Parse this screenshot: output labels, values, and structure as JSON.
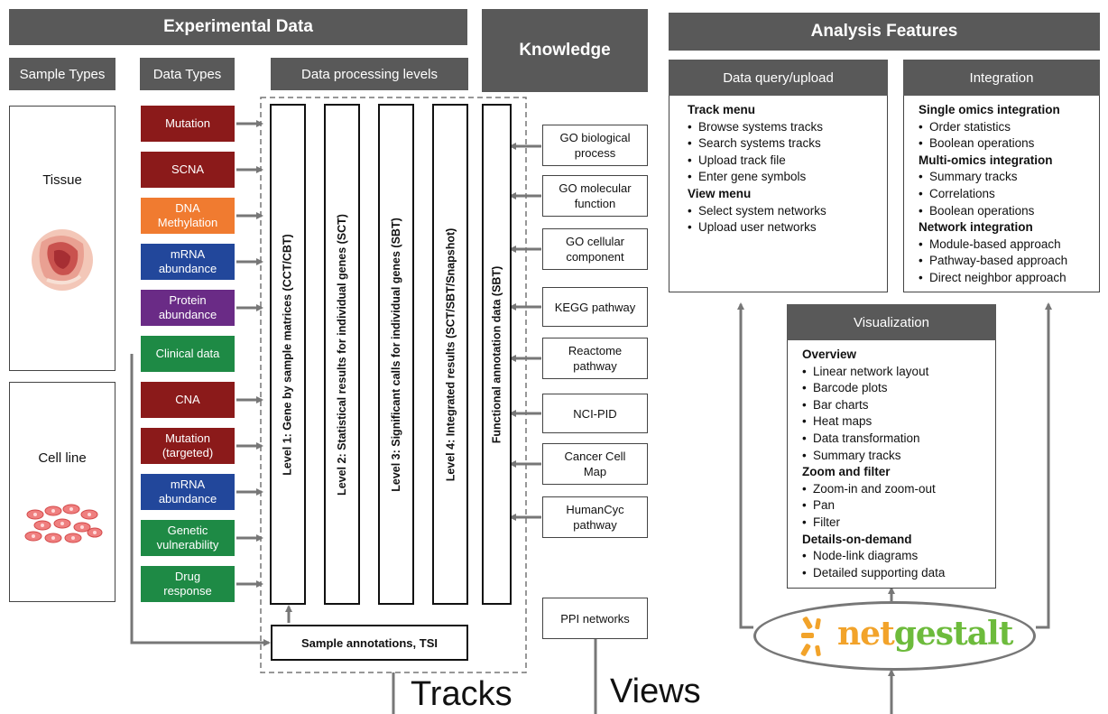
{
  "headers": {
    "experimental_data": "Experimental Data",
    "knowledge": "Knowledge",
    "analysis_features": "Analysis Features",
    "sample_types": "Sample Types",
    "data_types": "Data Types",
    "processing_levels": "Data processing levels"
  },
  "sample_types": [
    "Tissue",
    "Cell line"
  ],
  "data_types": {
    "tissue": [
      {
        "label": "Mutation",
        "color": "#8b1a1a"
      },
      {
        "label": "SCNA",
        "color": "#8b1a1a"
      },
      {
        "label": "DNA Methylation",
        "color": "#f07b30"
      },
      {
        "label": "mRNA abundance",
        "color": "#22479b"
      },
      {
        "label": "Protein abundance",
        "color": "#6a2b86"
      },
      {
        "label": "Clinical data",
        "color": "#1e8a45"
      }
    ],
    "cell_line": [
      {
        "label": "CNA",
        "color": "#8b1a1a"
      },
      {
        "label": "Mutation (targeted)",
        "color": "#8b1a1a"
      },
      {
        "label": "mRNA abundance",
        "color": "#22479b"
      },
      {
        "label": "Genetic vulnerability",
        "color": "#1e8a45"
      },
      {
        "label": "Drug response",
        "color": "#1e8a45"
      }
    ]
  },
  "levels": [
    "Level 1: Gene by sample matrices (CCT/CBT)",
    "Level 2: Statistical results for individual genes (SCT)",
    "Level 3: Significant calls for individual genes (SBT)",
    "Level 4: Integrated results  (SCT/SBT/Snapshot)",
    "Functional annotation data (SBT)"
  ],
  "sample_annotations": "Sample annotations, TSI",
  "knowledge": [
    "GO biological process",
    "GO molecular function",
    "GO cellular component",
    "KEGG pathway",
    "Reactome pathway",
    "NCI-PID",
    "Cancer Cell Map",
    "HumanCyc pathway"
  ],
  "ppi": "PPI networks",
  "bottom": {
    "tracks": "Tracks",
    "views": "Views"
  },
  "data_query": {
    "title": "Data query/upload",
    "sections": [
      {
        "name": "Track menu",
        "items": [
          "Browse systems tracks",
          "Search systems tracks",
          "Upload track file",
          "Enter gene symbols"
        ]
      },
      {
        "name": "View menu",
        "items": [
          "Select system networks",
          "Upload user networks"
        ]
      }
    ]
  },
  "integration": {
    "title": "Integration",
    "sections": [
      {
        "name": "Single omics integration",
        "items": [
          "Order statistics",
          "Boolean operations"
        ]
      },
      {
        "name": "Multi-omics integration",
        "items": [
          "Summary tracks",
          "Correlations",
          "Boolean operations"
        ]
      },
      {
        "name": "Network integration",
        "items": [
          "Module-based approach",
          "Pathway-based approach",
          "Direct neighbor approach"
        ]
      }
    ]
  },
  "visualization": {
    "title": "Visualization",
    "sections": [
      {
        "name": "Overview",
        "items": [
          "Linear network layout",
          "Barcode plots",
          "Bar charts",
          "Heat maps",
          "Data transformation",
          "Summary tracks"
        ]
      },
      {
        "name": "Zoom and filter",
        "items": [
          "Zoom-in and zoom-out",
          "Pan",
          "Filter"
        ]
      },
      {
        "name": "Details-on-demand",
        "items": [
          "Node-link diagrams",
          "Detailed supporting data"
        ]
      }
    ]
  },
  "logo": {
    "part1": "net",
    "part2": "gestalt"
  }
}
